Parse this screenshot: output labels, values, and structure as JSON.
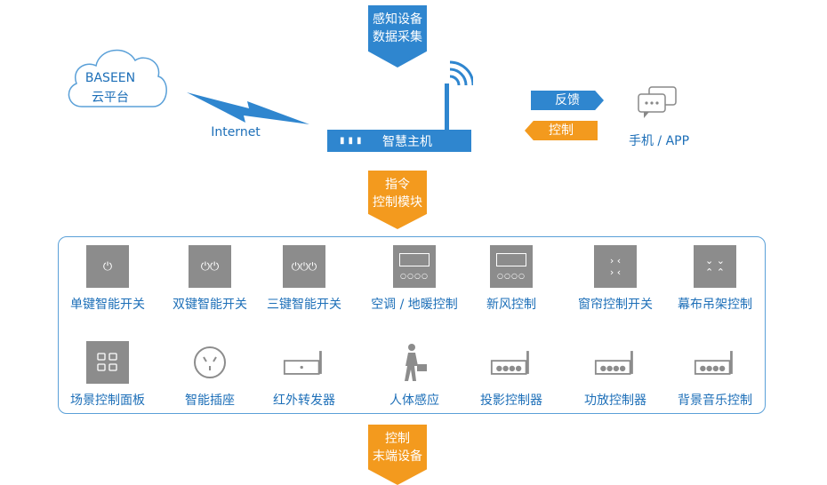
{
  "top_pennant": [
    "感知设备",
    "数据采集"
  ],
  "cloud": [
    "BASEEN",
    "云平台"
  ],
  "internet_label": "Internet",
  "host_label": "智慧主机",
  "feedback_label": "反馈",
  "control_label": "控制",
  "phone_label": "手机 / APP",
  "mid_pennant": [
    "指令",
    "控制模块"
  ],
  "bottom_pennant": [
    "控制",
    "末端设备"
  ],
  "colors": {
    "blue": "#2f86cf",
    "orange": "#f39a1e",
    "grey": "#8c8c8c"
  },
  "devices_row1": [
    {
      "label": "单键智能开关",
      "icon": "single-key-switch-icon",
      "glyph": "⏻"
    },
    {
      "label": "双键智能开关",
      "icon": "double-key-switch-icon",
      "glyph": "⏻⏻"
    },
    {
      "label": "三键智能开关",
      "icon": "triple-key-switch-icon",
      "glyph": "⏻⏻⏻"
    },
    {
      "label": "空调 / 地暖控制",
      "icon": "ac-panel-icon"
    },
    {
      "label": "新风控制",
      "icon": "fresh-air-panel-icon"
    },
    {
      "label": "窗帘控制开关",
      "icon": "curtain-switch-icon",
      "glyph": "› ‹\n› ‹"
    },
    {
      "label": "幕布吊架控制",
      "icon": "screen-lift-icon",
      "glyph": "⌄ ⌄\n⌃ ⌃"
    }
  ],
  "devices_row2": [
    {
      "label": "场景控制面板",
      "icon": "scene-panel-icon"
    },
    {
      "label": "智能插座",
      "icon": "smart-socket-icon"
    },
    {
      "label": "红外转发器",
      "icon": "ir-repeater-icon"
    },
    {
      "label": "人体感应",
      "icon": "motion-sensor-icon"
    },
    {
      "label": "投影控制器",
      "icon": "projector-controller-icon"
    },
    {
      "label": "功放控制器",
      "icon": "amplifier-controller-icon"
    },
    {
      "label": "背景音乐控制",
      "icon": "music-controller-icon"
    }
  ]
}
